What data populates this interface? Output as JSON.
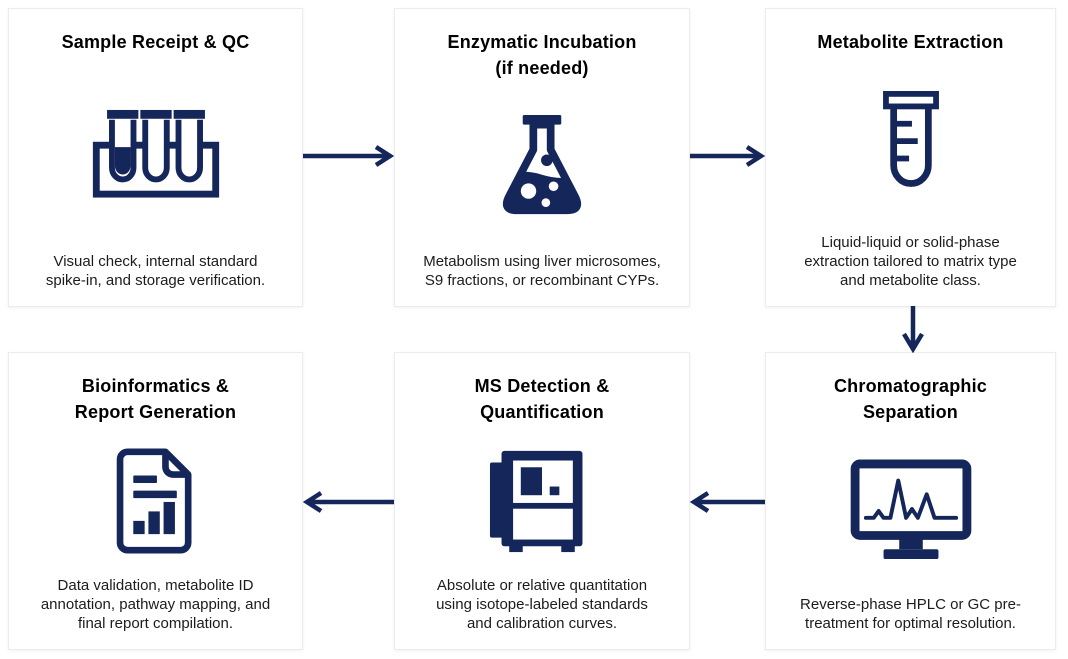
{
  "diagram": {
    "type": "workflow-flowchart",
    "topic": "Metabolite analysis laboratory workflow",
    "flow_order": [
      "sample-receipt-qc",
      "enzymatic-incubation",
      "metabolite-extraction",
      "chromatographic-separation",
      "ms-detection-quantification",
      "bioinformatics-report-generation"
    ],
    "layout_hint": "top row flows left-to-right, down arrow at right, bottom row flows right-to-left"
  },
  "colors": {
    "accent_navy": "#14265a",
    "card_background": "#ffffff",
    "card_border": "#ececec",
    "title_text": "#000000",
    "body_text": "#1c1c1c"
  },
  "cards": [
    {
      "id": "sample-receipt-qc",
      "title_lines": [
        "Sample Receipt & QC"
      ],
      "icon": "test-tube-rack-icon",
      "description": "Visual check, internal standard spike-in, and storage verification."
    },
    {
      "id": "enzymatic-incubation",
      "title_lines": [
        "Enzymatic Incubation",
        "(if needed)"
      ],
      "icon": "flask-icon",
      "description": "Metabolism using liver microsomes, S9 fractions, or recombinant CYPs."
    },
    {
      "id": "metabolite-extraction",
      "title_lines": [
        "Metabolite Extraction"
      ],
      "icon": "test-tube-icon",
      "description": "Liquid-liquid or solid-phase extraction tailored to matrix type and metabolite class."
    },
    {
      "id": "chromatographic-separation",
      "title_lines": [
        "Chromatographic",
        "Separation"
      ],
      "icon": "monitor-chromatogram-icon",
      "description": "Reverse-phase HPLC or GC pre-treatment for optimal resolution."
    },
    {
      "id": "ms-detection-quantification",
      "title_lines": [
        "MS Detection &",
        "Quantification"
      ],
      "icon": "mass-spectrometer-icon",
      "description": "Absolute or relative quantitation using isotope-labeled standards and calibration curves."
    },
    {
      "id": "bioinformatics-report-generation",
      "title_lines": [
        "Bioinformatics &",
        "Report Generation"
      ],
      "icon": "report-document-icon",
      "description": "Data validation, metabolite ID annotation, pathway mapping, and final report compilation."
    }
  ],
  "arrows": [
    {
      "from": "sample-receipt-qc",
      "to": "enzymatic-incubation",
      "direction": "right"
    },
    {
      "from": "enzymatic-incubation",
      "to": "metabolite-extraction",
      "direction": "right"
    },
    {
      "from": "metabolite-extraction",
      "to": "chromatographic-separation",
      "direction": "down"
    },
    {
      "from": "chromatographic-separation",
      "to": "ms-detection-quantification",
      "direction": "left"
    },
    {
      "from": "ms-detection-quantification",
      "to": "bioinformatics-report-generation",
      "direction": "left"
    }
  ]
}
